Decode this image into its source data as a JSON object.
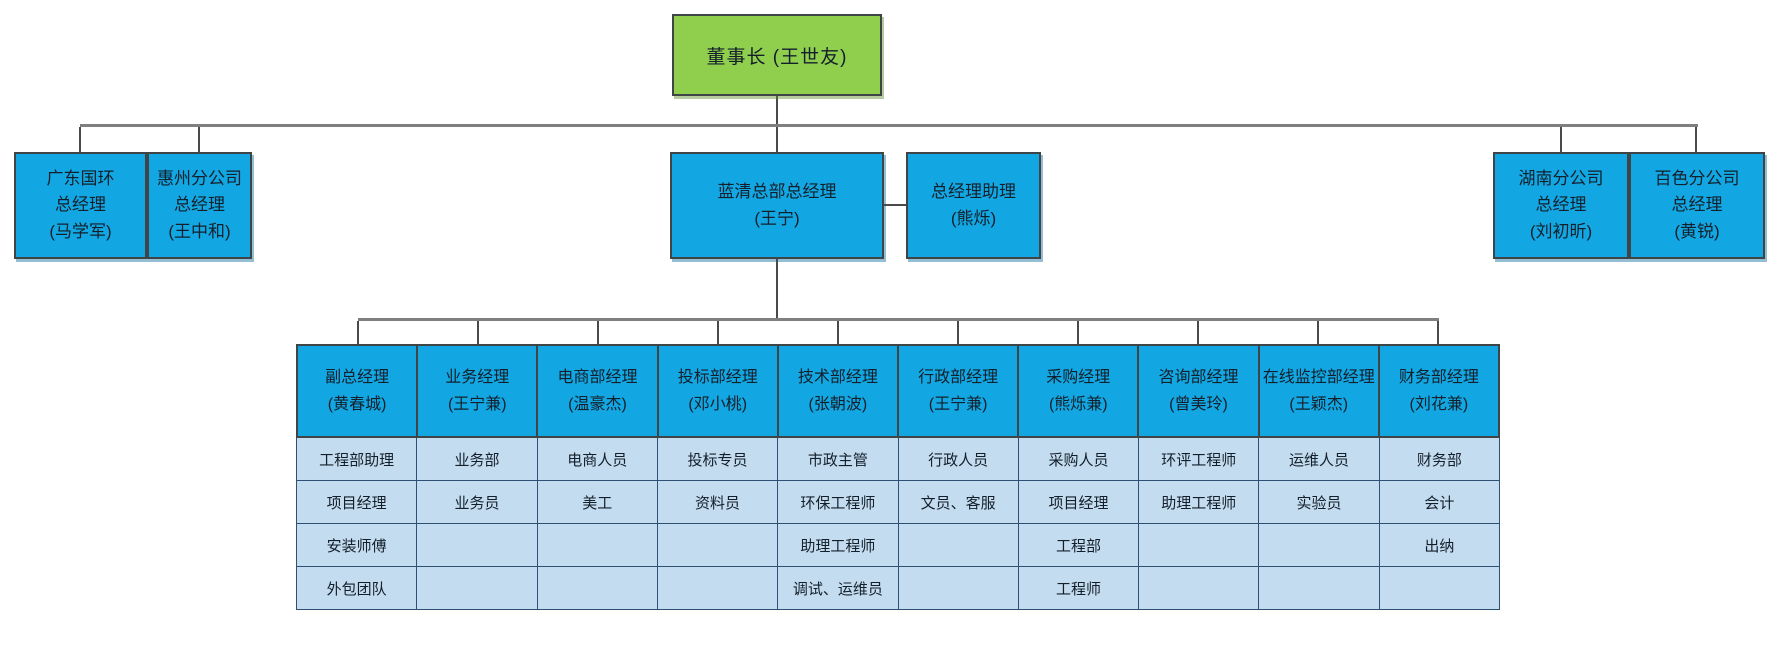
{
  "org": {
    "chairman": {
      "label": "董事长 (王世友)"
    },
    "executives": [
      {
        "lines": [
          "广东国环",
          "总经理",
          "(马学军)"
        ]
      },
      {
        "lines": [
          "惠州分公司",
          "总经理",
          "(王中和)"
        ]
      },
      {
        "lines": [
          "蓝清总部总经理",
          "(王宁)"
        ]
      },
      {
        "lines": [
          "总经理助理",
          "(熊烁)"
        ]
      },
      {
        "lines": [
          "湖南分公司",
          "总经理",
          "(刘初昕)"
        ]
      },
      {
        "lines": [
          "百色分公司",
          "总经理",
          "(黄锐)"
        ]
      }
    ],
    "departments": [
      {
        "title": "副总经理",
        "manager": "(黄春城)",
        "staff": [
          "工程部助理",
          "项目经理",
          "安装师傅",
          "外包团队"
        ]
      },
      {
        "title": "业务经理",
        "manager": "(王宁兼)",
        "staff": [
          "业务部",
          "业务员",
          "",
          ""
        ]
      },
      {
        "title": "电商部经理",
        "manager": "(温豪杰)",
        "staff": [
          "电商人员",
          "美工",
          "",
          ""
        ]
      },
      {
        "title": "投标部经理",
        "manager": "(邓小桃)",
        "staff": [
          "投标专员",
          "资料员",
          "",
          ""
        ]
      },
      {
        "title": "技术部经理",
        "manager": "(张朝波)",
        "staff": [
          "市政主管",
          "环保工程师",
          "助理工程师",
          "调试、运维员"
        ]
      },
      {
        "title": "行政部经理",
        "manager": "(王宁兼)",
        "staff": [
          "行政人员",
          "文员、客服",
          "",
          ""
        ]
      },
      {
        "title": "采购经理",
        "manager": "(熊烁兼)",
        "staff": [
          "采购人员",
          "项目经理",
          "工程部",
          "工程师"
        ]
      },
      {
        "title": "咨询部经理",
        "manager": "(曾美玲)",
        "staff": [
          "环评工程师",
          "助理工程师",
          "",
          ""
        ]
      },
      {
        "title": "在线监控部经理",
        "manager": "(王颖杰)",
        "staff": [
          "运维人员",
          "实验员",
          "",
          ""
        ]
      },
      {
        "title": "财务部经理",
        "manager": "(刘花兼)",
        "staff": [
          "财务部",
          "会计",
          "出纳",
          ""
        ]
      }
    ],
    "colors": {
      "chairman_fill": "#90ce4e",
      "manager_fill": "#12a7e2",
      "staff_fill": "#c4dcef",
      "line": "#7f7f7f"
    }
  }
}
